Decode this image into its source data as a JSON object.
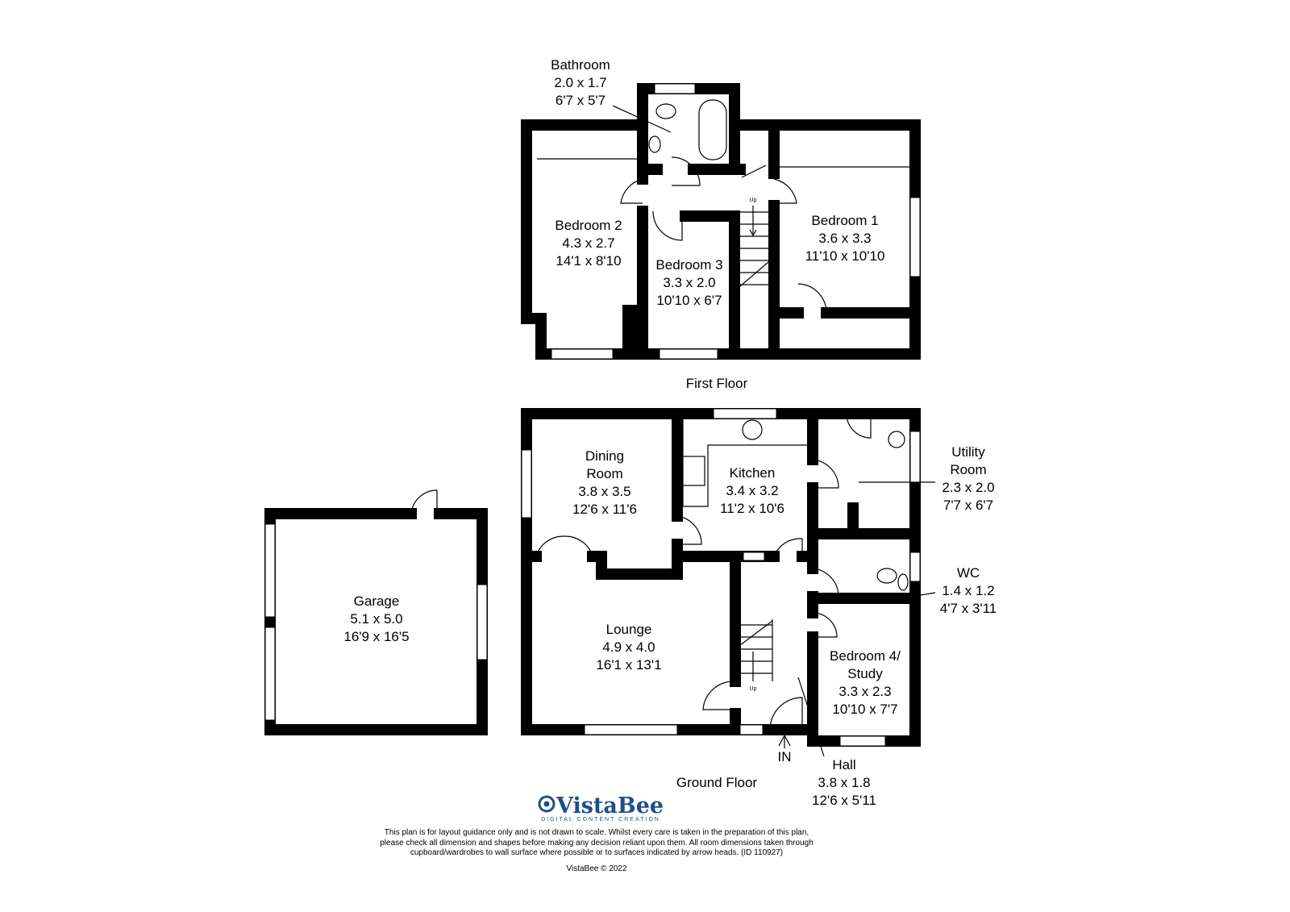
{
  "floors": {
    "first": {
      "label": "First Floor",
      "rooms": [
        {
          "name": "Bathroom",
          "metric": "2.0 x 1.7",
          "imperial": "6'7 x 5'7"
        },
        {
          "name": "Bedroom 2",
          "metric": "4.3 x 2.7",
          "imperial": "14'1 x 8'10"
        },
        {
          "name": "Bedroom 3",
          "metric": "3.3 x 2.0",
          "imperial": "10'10 x 6'7"
        },
        {
          "name": "Bedroom 1",
          "metric": "3.6 x 3.3",
          "imperial": "11'10 x 10'10"
        }
      ],
      "stairs_label": "Up"
    },
    "ground": {
      "label": "Ground Floor",
      "rooms": [
        {
          "name": "Dining",
          "name2": "Room",
          "metric": "3.8 x 3.5",
          "imperial": "12'6 x 11'6"
        },
        {
          "name": "Kitchen",
          "metric": "3.4 x 3.2",
          "imperial": "11'2 x 10'6"
        },
        {
          "name": "Utility",
          "name2": "Room",
          "metric": "2.3 x 2.0",
          "imperial": "7'7 x 6'7"
        },
        {
          "name": "WC",
          "metric": "1.4 x 1.2",
          "imperial": "4'7 x 3'11"
        },
        {
          "name": "Lounge",
          "metric": "4.9 x 4.0",
          "imperial": "16'1 x 13'1"
        },
        {
          "name": "Bedroom 4/",
          "name2": "Study",
          "metric": "3.3 x 2.3",
          "imperial": "10'10 x 7'7"
        },
        {
          "name": "Hall",
          "metric": "3.8 x 1.8",
          "imperial": "12'6 x 5'11"
        },
        {
          "name": "Garage",
          "metric": "5.1 x 5.0",
          "imperial": "16'9 x 16'5"
        }
      ],
      "stairs_label": "Up",
      "entrance_label": "IN"
    }
  },
  "brand": {
    "name": "VistaBee",
    "tagline": "DIGITAL CONTENT CREATION",
    "color": "#1f4e8c"
  },
  "disclaimer": {
    "line1": "This plan is for layout guidance only and is not drawn to scale. Whilst every care is taken in the preparation of this plan,",
    "line2": "please check all dimension and shapes before making any decision reliant upon them. All room dimensions taken through",
    "line3": "cupboard/wardrobes to wall surface where possible or to surfaces indicated by arrow heads. (ID 110927)",
    "copyright": "VistaBee © 2022"
  }
}
